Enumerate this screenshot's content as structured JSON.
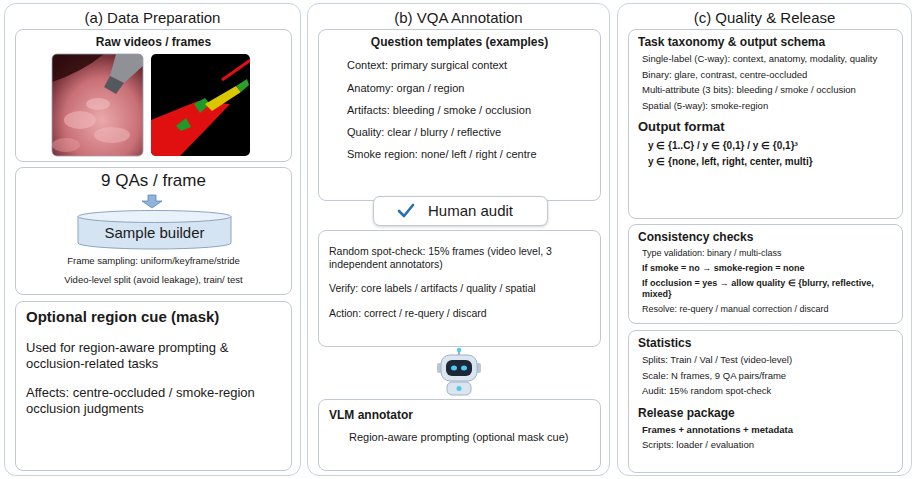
{
  "diagram": {
    "nodes": [
      {
        "text": [
          "(a) Data Preparation"
        ]
      },
      {
        "text": [
          "Raw videos / frames"
        ],
        "in": 0
      },
      {
        "text": [
          "9 QAs / frame",
          "Frame sampling: uniform/keyframe/stride",
          "Video-level split (avoid leakage), train/ test"
        ],
        "in": 0
      },
      {
        "text": [
          "Sample builder"
        ],
        "in": 2
      },
      {
        "text": [
          "Optional region cue (mask)",
          "Used for region-aware prompting & occlusion-related tasks",
          "Affects: centre-occluded / smoke-region occlusion judgments"
        ],
        "in": 0
      },
      {
        "text": [
          "(b) VQA Annotation"
        ]
      },
      {
        "text": [
          "Question templates (examples)",
          "Context: primary surgical context",
          "Anatomy: organ / region",
          "Artifacts: bleeding / smoke / occlusion",
          "Quality: clear / blurry / reflective",
          "Smoke region: none/ left / right / centre"
        ],
        "in": 5
      },
      {
        "text": [
          "Human audit"
        ],
        "in": 5
      },
      {
        "text": [
          "Random spot-check: 15% frames (video level, 3 independent annotators)",
          "Verify: core labels / artifacts / quality / spatial",
          "Action: correct / re-query / discard"
        ],
        "in": 5
      },
      {
        "text": [
          "VLM annotator",
          "Region-aware prompting (optional mask cue)"
        ],
        "in": 5
      },
      {
        "text": [
          "(c) Quality & Release"
        ]
      },
      {
        "text": [
          "Task taxonomy & output schema",
          "Single-label (C-way): context, anatomy, modality, quality",
          "Binary: glare, contrast, centre-occluded",
          "Multi-attribute (3 bits): bleeding / smoke / occlusion",
          "Spatial (5-way): smoke-region",
          "Output format",
          "y ∈ {1..C} / y ∈ {0,1} / y ∈ {0,1}³",
          "y ∈ {none, left, right, center, multi}"
        ],
        "in": 10
      },
      {
        "text": [
          "Consistency checks",
          "Type validation: binary / multi-class",
          "If smoke = no → smoke-region = none",
          "If occlusion = yes → allow quality ∈ {blurry, reflective, mixed}",
          "Resolve: re-query / manual correction / discard"
        ],
        "in": 10
      },
      {
        "text": [
          "Statistics",
          "Splits: Train / Val / Test (video-level)",
          "Scale: N frames, 9 QA pairs/frame",
          "Audit: 15% random spot-check",
          "Release package",
          "Frames + annotations + metadata",
          "Scripts: loader / evaluation"
        ],
        "in": 10
      }
    ]
  }
}
